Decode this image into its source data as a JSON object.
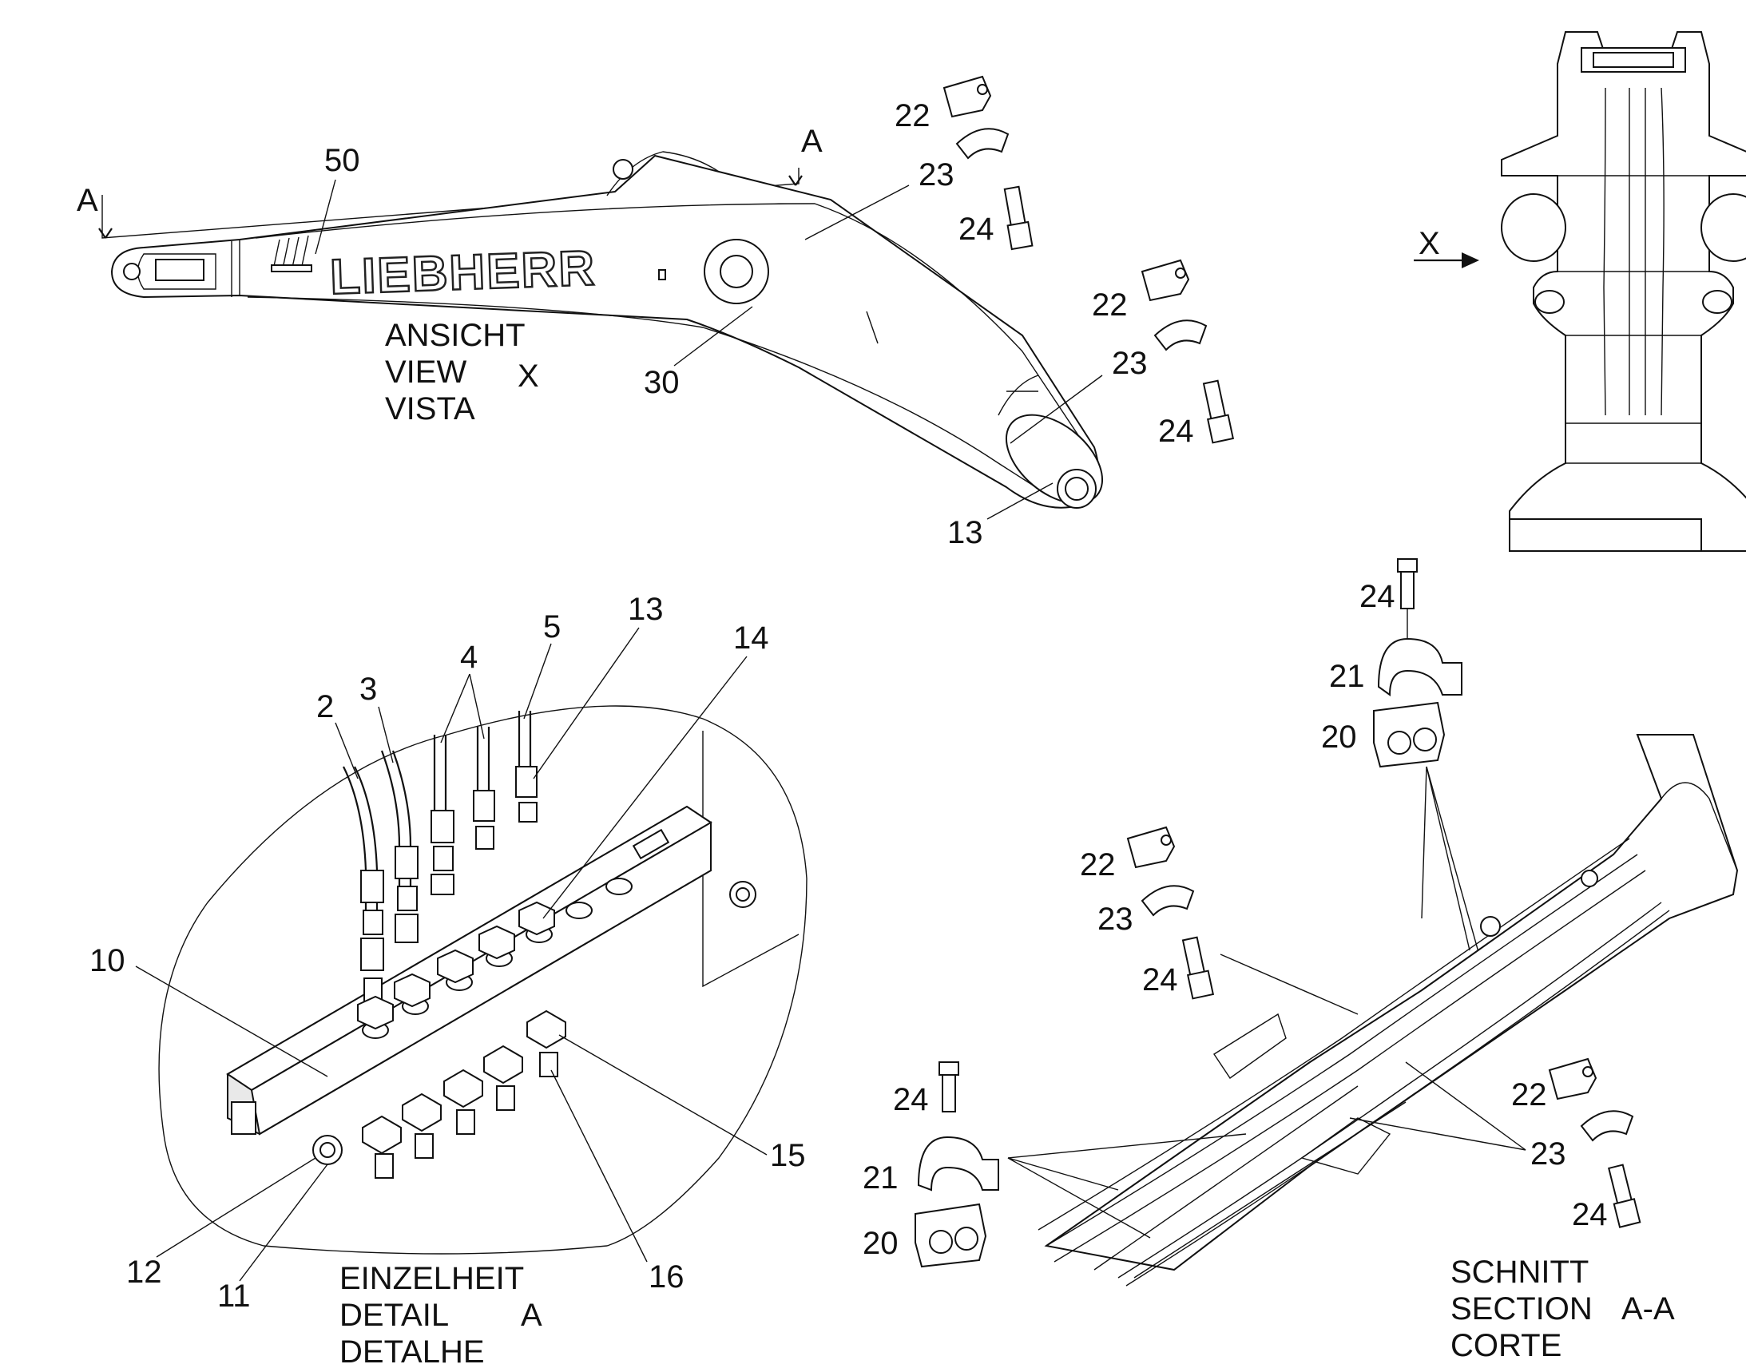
{
  "brand": "LIEBHERR",
  "captions": {
    "view_x": [
      "ANSICHT",
      "VIEW",
      "VISTA"
    ],
    "view_x_letter": "X",
    "detail_a": [
      "EINZELHEIT",
      "DETAIL",
      "DETALHE"
    ],
    "detail_a_letter": "A",
    "section_aa": [
      "SCHNITT",
      "SECTION",
      "CORTE"
    ],
    "section_aa_letters": "A-A"
  },
  "markers": {
    "section_left": "A",
    "section_right": "A",
    "view_arrow": "X"
  },
  "callouts": {
    "boom": [
      "50",
      "22",
      "23",
      "24",
      "22",
      "23",
      "24",
      "30",
      "13"
    ],
    "detail": [
      "2",
      "3",
      "4",
      "5",
      "13",
      "14",
      "10",
      "15",
      "12",
      "11",
      "16"
    ],
    "clamp_top": [
      "24",
      "21",
      "20"
    ],
    "section": [
      "22",
      "23",
      "24",
      "24",
      "21",
      "20",
      "22",
      "23",
      "24"
    ]
  }
}
